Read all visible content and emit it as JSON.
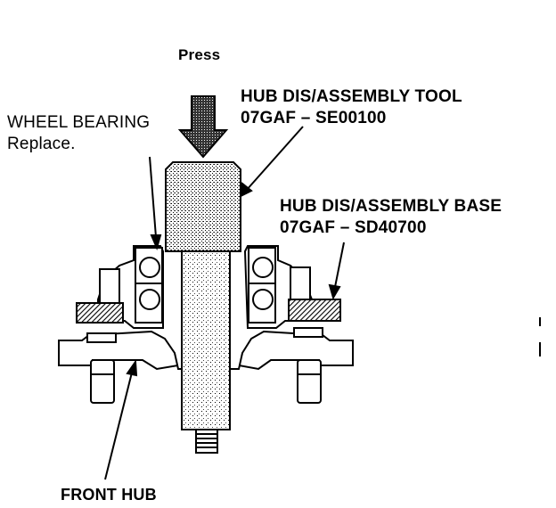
{
  "labels": {
    "press": "Press",
    "tool_name": "HUB DIS/ASSEMBLY TOOL",
    "tool_number": "07GAF – SE00100",
    "bearing_name": "WHEEL BEARING",
    "bearing_note": "Replace.",
    "base_name": "HUB DIS/ASSEMBLY BASE",
    "base_number": "07GAF – SD40700",
    "hub_name": "FRONT HUB"
  },
  "colors": {
    "ink": "#000000",
    "paper": "#ffffff"
  }
}
